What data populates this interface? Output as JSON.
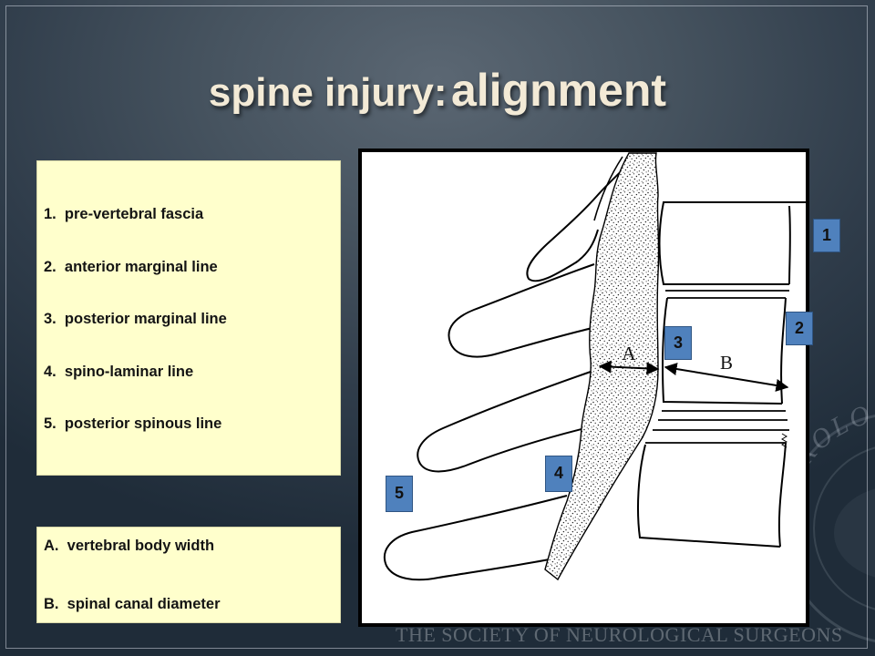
{
  "slide": {
    "title_main": "spine injury:",
    "title_emphasis": "alignment"
  },
  "lines_legend": {
    "items": [
      {
        "text": "1.  pre-vertebral fascia"
      },
      {
        "text": "2.  anterior marginal line"
      },
      {
        "text": "3.  posterior marginal line"
      },
      {
        "text": "4.  spino-laminar line"
      },
      {
        "text": "5.  posterior spinous line"
      }
    ]
  },
  "measures_legend": {
    "items": [
      {
        "text": "A.  vertebral body width"
      },
      {
        "text": "B.  spinal canal diameter"
      }
    ]
  },
  "diagram": {
    "markers": [
      "1",
      "2",
      "3",
      "4",
      "5"
    ],
    "measure_labels": {
      "a": "A",
      "b": "B"
    }
  },
  "watermark": {
    "text": "THE SOCIETY OF NEUROLOGICAL SURGEONS",
    "seal_fragment": "ROLO"
  },
  "colors": {
    "background": "#2f3c4a",
    "title": "#f3ead6",
    "legend_box": "#ffffcc",
    "marker_fill": "#4f81bd",
    "marker_border": "#2f5583",
    "diagram_frame": "#000000"
  }
}
